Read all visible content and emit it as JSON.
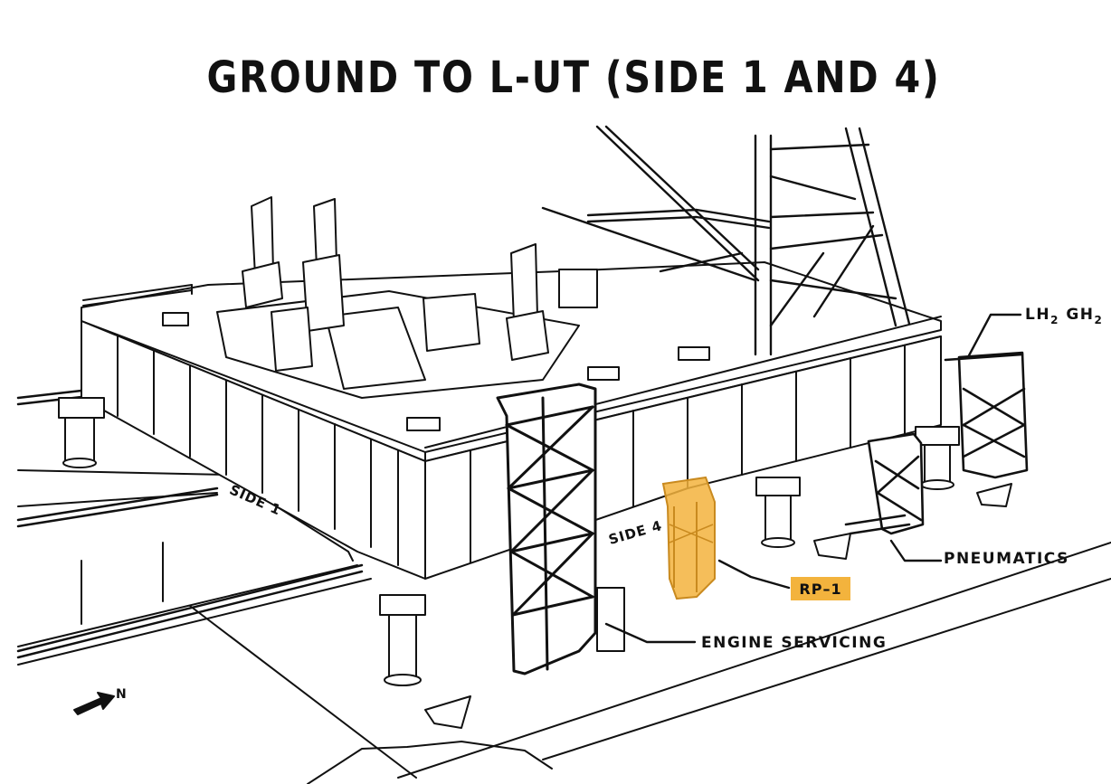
{
  "title": "GROUND TO L-UT (SIDE 1 AND 4)",
  "labels": {
    "side1": "SIDE 1",
    "side4": "SIDE 4",
    "lh2_prefix": "LH",
    "lh2_sub": "2",
    "gh2_prefix": "GH",
    "gh2_sub": "2",
    "pneumatics": "PNEUMATICS",
    "rp1": "RP–1",
    "engine_servicing": "ENGINE SERVICING",
    "north": "N"
  },
  "colors": {
    "ink": "#111111",
    "highlight": "#f3b33d",
    "highlight_stroke": "#c98a1f"
  }
}
